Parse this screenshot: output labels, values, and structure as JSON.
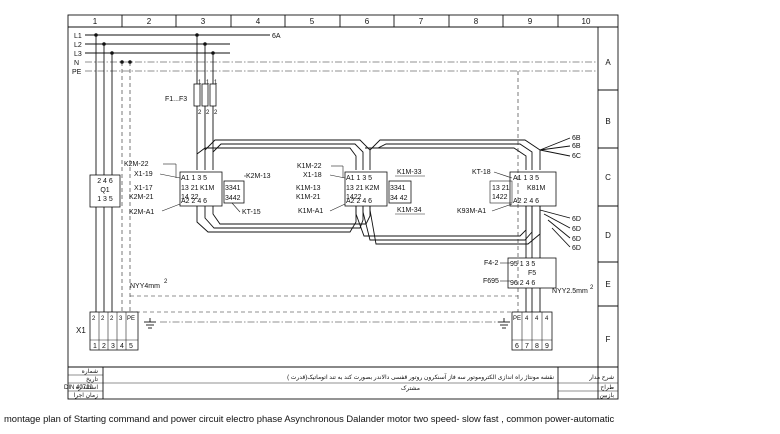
{
  "grid": {
    "columns": [
      "1",
      "2",
      "3",
      "4",
      "5",
      "6",
      "7",
      "8",
      "9",
      "10"
    ],
    "rows": [
      "A",
      "B",
      "C",
      "D",
      "E",
      "F"
    ]
  },
  "power_lines": {
    "labels": [
      "L1",
      "L2",
      "L3",
      "N",
      "PE"
    ],
    "fuse_rating": "6A"
  },
  "fuses": {
    "label": "F1...F3",
    "top_terminal": "1",
    "bottom_terminal": "2"
  },
  "q1": {
    "name": "Q1",
    "top": "2 4 6",
    "bottom": "1 3 5"
  },
  "k1m": {
    "name": "K1M",
    "top_terms": "A1 1 3 5",
    "bottom_terms": "A2 2 4 6",
    "aux_top": "13 21",
    "aux_bot": "14 22",
    "aux_block_top": "3341",
    "aux_block_bot": "3442",
    "refs": {
      "k2m22": "K2M-22",
      "x119": "X1-19",
      "x117": "X1-17",
      "k2m21": "K2M-21",
      "k2ma1": "K2M-A1",
      "k2m13": "K2M-13",
      "kt15": "KT-15"
    }
  },
  "k2m": {
    "name": "K2M",
    "top_terms": "A1 1 3 5",
    "bottom_terms": "A2 2 4 6",
    "aux_top": "13 21",
    "aux_bot": "1422",
    "aux_block_top": "3341",
    "aux_block_bot": "34 42",
    "refs": {
      "k1m22": "K1M-22",
      "x118": "X1-18",
      "k1m13": "K1M-13",
      "k1m21": "K1M-21",
      "k1ma1": "K1M-A1",
      "k1m33": "K1M-33",
      "k1m34": "K1M-34"
    }
  },
  "k81m": {
    "name": "K81M",
    "top_terms": "A1 1 3 5",
    "bottom_terms": "A2 2 4 6",
    "aux_top": "13 21",
    "aux_bot": "1422",
    "refs": {
      "kt18": "KT-18",
      "k93ma1": "K93M-A1"
    }
  },
  "motor_leads": {
    "top": [
      "6B",
      "6B",
      "6C"
    ],
    "bottom": [
      "6D",
      "6D",
      "6D",
      "6D"
    ]
  },
  "f5": {
    "name": "F5",
    "top_row": "95 1 3 5",
    "bottom_row": "96 2 4 6",
    "ref_top": "F4-2",
    "ref_bottom": "F695"
  },
  "cables": {
    "left": "NYY4mm",
    "left_sup": "2",
    "right": "NYY2.5mm",
    "right_sup": "2"
  },
  "terminal_strip": {
    "name": "X1",
    "left_top": [
      "2",
      "2",
      "2",
      "3",
      "PE"
    ],
    "left_bottom": [
      "1",
      "2",
      "3",
      "4",
      "5"
    ],
    "right_top": [
      "PE",
      "4",
      "4",
      "4"
    ],
    "right_bottom": [
      "6",
      "7",
      "8",
      "9"
    ]
  },
  "title_block": {
    "col_number": "شماره",
    "col_date": "تاریخ",
    "col_standard": "استاندارد",
    "col_change_time": "زمان اجرا",
    "standard_code": "DIN 40719",
    "description": "نقشه مونتاژ راه اندازی الکتروموتور سه فاز آسنکرون روتور قفسی دالاندر بصورت کند به تند اتوماتیک(قدرت )",
    "subline": "مشترک",
    "side_title": "شرح مدار",
    "side_designer": "طراح",
    "side_checker": "بازبین"
  },
  "caption": "montage plan of Starting command and power circuit electro phase Asynchronous Dalander motor two speed- slow  fast  , common power-automatic"
}
